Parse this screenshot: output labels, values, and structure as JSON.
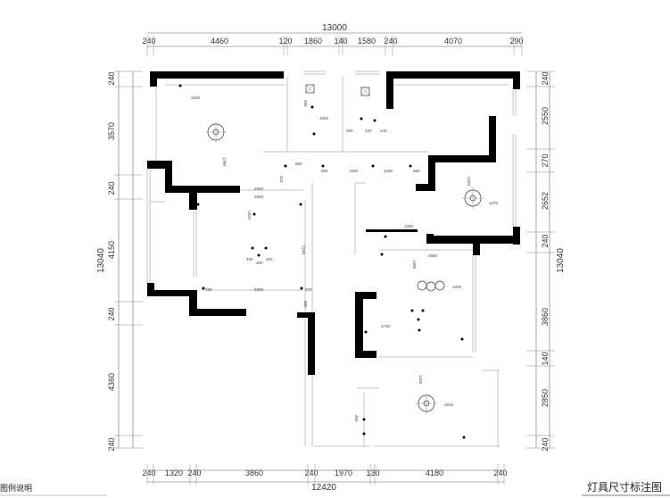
{
  "dimensions": {
    "top_total": "13000",
    "top_segments": [
      "240",
      "4460",
      "120",
      "1860",
      "140",
      "1580",
      "240",
      "4070",
      "290"
    ],
    "bottom_total": "12420",
    "bottom_segments": [
      "240",
      "1320",
      "240",
      "3860",
      "240",
      "1970",
      "130",
      "4180",
      "240"
    ],
    "left_total": "13040",
    "left_segments": [
      "240",
      "3570",
      "240",
      "4150",
      "240",
      "4360",
      "240"
    ],
    "right_total": "13040",
    "right_segments": [
      "240",
      "2550",
      "270",
      "2652",
      "240",
      "3860",
      "140",
      "2850",
      "240"
    ]
  },
  "annotations": {
    "lengths": [
      "1520",
      "1780",
      "2600",
      "2600",
      "700",
      "500",
      "2600",
      "1825",
      "2150",
      "300",
      "660",
      "315",
      "680",
      "1250",
      "1250",
      "680",
      "1320",
      "1370",
      "1290",
      "2660",
      "1400",
      "1000",
      "1735",
      "1425",
      "1515",
      "1030",
      "300",
      "420",
      "440",
      "580",
      "400"
    ],
    "light_group": [
      "400",
      "400",
      "400"
    ]
  },
  "footer": {
    "legend_label": "图例说明",
    "drawing_title": "灯具尺寸标注图"
  }
}
